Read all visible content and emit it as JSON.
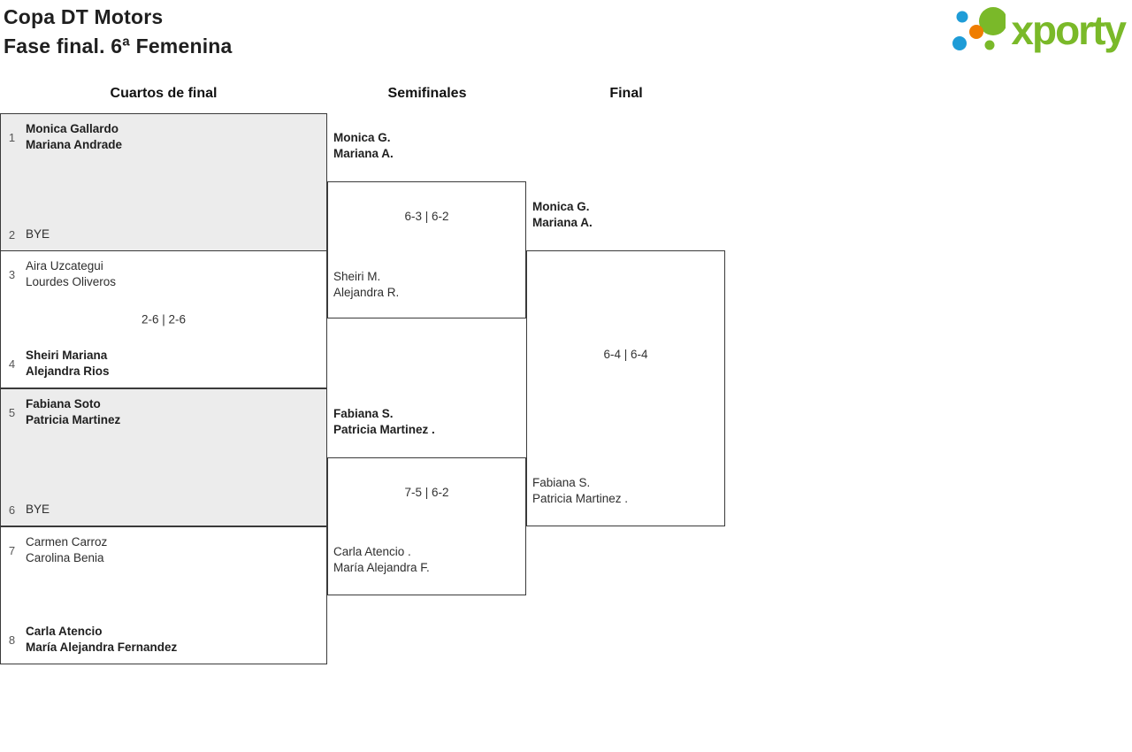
{
  "header": {
    "title_line1": "Copa DT Motors",
    "title_line2": "Fase final. 6ª Femenina",
    "logo_text": "xporty"
  },
  "round_headers": {
    "quarterfinals": "Cuartos de final",
    "semifinals": "Semifinales",
    "final": "Final"
  },
  "qf": [
    {
      "seed1": "1",
      "team1_line1": "Monica Gallardo",
      "team1_line2": "Mariana Andrade",
      "score": "",
      "seed2": "2",
      "team2_line1": "BYE",
      "team2_line2": ""
    },
    {
      "seed1": "3",
      "team1_line1": "Aira Uzcategui",
      "team1_line2": "Lourdes Oliveros",
      "score": "2-6 | 2-6",
      "seed2": "4",
      "team2_line1": "Sheiri Mariana",
      "team2_line2": "Alejandra Rios"
    },
    {
      "seed1": "5",
      "team1_line1": "Fabiana Soto",
      "team1_line2": "Patricia Martinez",
      "score": "",
      "seed2": "6",
      "team2_line1": "BYE",
      "team2_line2": ""
    },
    {
      "seed1": "7",
      "team1_line1": "Carmen Carroz",
      "team1_line2": "Carolina Benia",
      "score": "",
      "seed2": "8",
      "team2_line1": "Carla Atencio",
      "team2_line2": "María Alejandra Fernandez"
    }
  ],
  "sf": [
    {
      "team1_line1": "Monica G.",
      "team1_line2": "Mariana A.",
      "score": "6-3 | 6-2",
      "team2_line1": "Sheiri M.",
      "team2_line2": "Alejandra R."
    },
    {
      "team1_line1": "Fabiana S.",
      "team1_line2": "Patricia Martinez .",
      "score": "7-5 | 6-2",
      "team2_line1": "Carla Atencio .",
      "team2_line2": "María Alejandra F."
    }
  ],
  "final": {
    "team1_line1": "Monica G.",
    "team1_line2": "Mariana A.",
    "score": "6-4 | 6-4",
    "team2_line1": "Fabiana S.",
    "team2_line2": "Patricia Martinez ."
  },
  "colors": {
    "brand_green": "#7ab929",
    "dot_blue": "#1e9cd7",
    "dot_orange": "#ef7d00",
    "box_gray": "#ececec"
  }
}
